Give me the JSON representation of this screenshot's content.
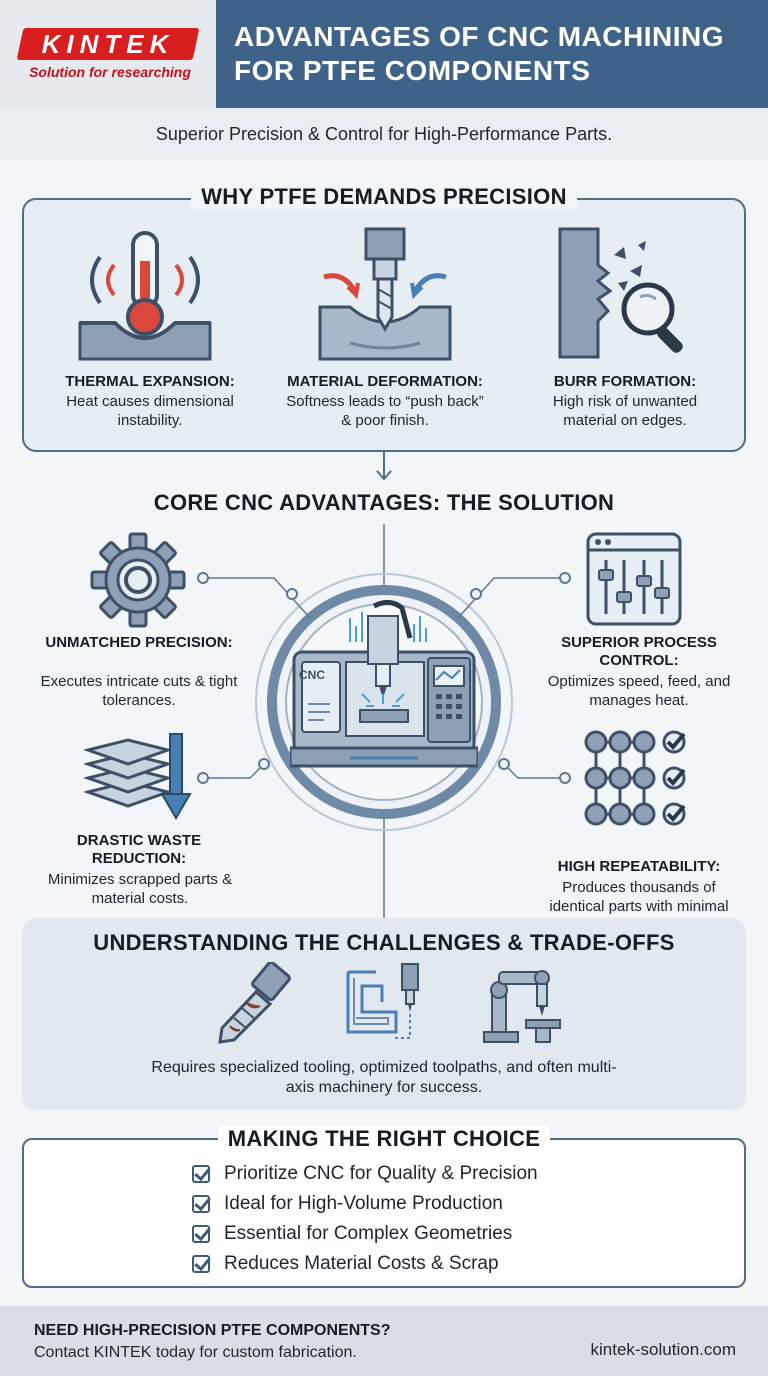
{
  "brand": {
    "name": "KINTEK",
    "tagline": "Solution for researching"
  },
  "header": {
    "title": "ADVANTAGES OF CNC MACHINING FOR PTFE COMPONENTS",
    "subtitle": "Superior Precision & Control for High-Performance Parts."
  },
  "why_section": {
    "title": "WHY PTFE DEMANDS PRECISION",
    "items": [
      {
        "icon": "thermometer-heat-icon",
        "title": "THERMAL EXPANSION:",
        "desc": "Heat causes dimensional instability."
      },
      {
        "icon": "drill-deformation-icon",
        "title": "MATERIAL DEFORMATION:",
        "desc": "Softness leads to “push back” & poor finish."
      },
      {
        "icon": "burr-magnifier-icon",
        "title": "BURR FORMATION:",
        "desc": "High risk of unwanted material on edges."
      }
    ]
  },
  "core_section": {
    "title": "CORE CNC ADVANTAGES: THE SOLUTION",
    "machine_label": "CNC",
    "items": [
      {
        "icon": "gear-icon",
        "title": "UNMATCHED PRECISION:",
        "desc": "Executes intricate cuts & tight tolerances."
      },
      {
        "icon": "sliders-control-icon",
        "title": "SUPERIOR PROCESS CONTROL:",
        "desc": "Optimizes speed, feed, and manages heat."
      },
      {
        "icon": "stacked-layers-down-icon",
        "title": "DRASTIC WASTE REDUCTION:",
        "desc": "Minimizes scrapped parts & material costs."
      },
      {
        "icon": "node-grid-check-icon",
        "title": "HIGH REPEATABILITY:",
        "desc": "Produces thousands of identical parts with minimal error."
      }
    ]
  },
  "challenges_section": {
    "title": "UNDERSTANDING THE CHALLENGES & TRADE-OFFS",
    "icons": [
      "worn-drill-bit-icon",
      "toolpath-icon",
      "robot-arm-icon"
    ],
    "desc": "Requires specialized tooling, optimized toolpaths, and often multi-axis machinery for success."
  },
  "choice_section": {
    "title": "MAKING THE RIGHT CHOICE",
    "items": [
      "Prioritize CNC for Quality & Precision",
      "Ideal for High-Volume Production",
      "Essential for Complex Geometries",
      "Reduces Material Costs & Scrap"
    ]
  },
  "footer": {
    "title": "NEED HIGH-PRECISION PTFE COMPONENTS?",
    "subtitle": "Contact KINTEK today for custom fabrication.",
    "url": "kintek-solution.com"
  },
  "colors": {
    "brand_red": "#d81e1e",
    "header_blue": "#3e6288",
    "accent_red": "#d9483b",
    "accent_blue": "#4a7fb5"
  }
}
